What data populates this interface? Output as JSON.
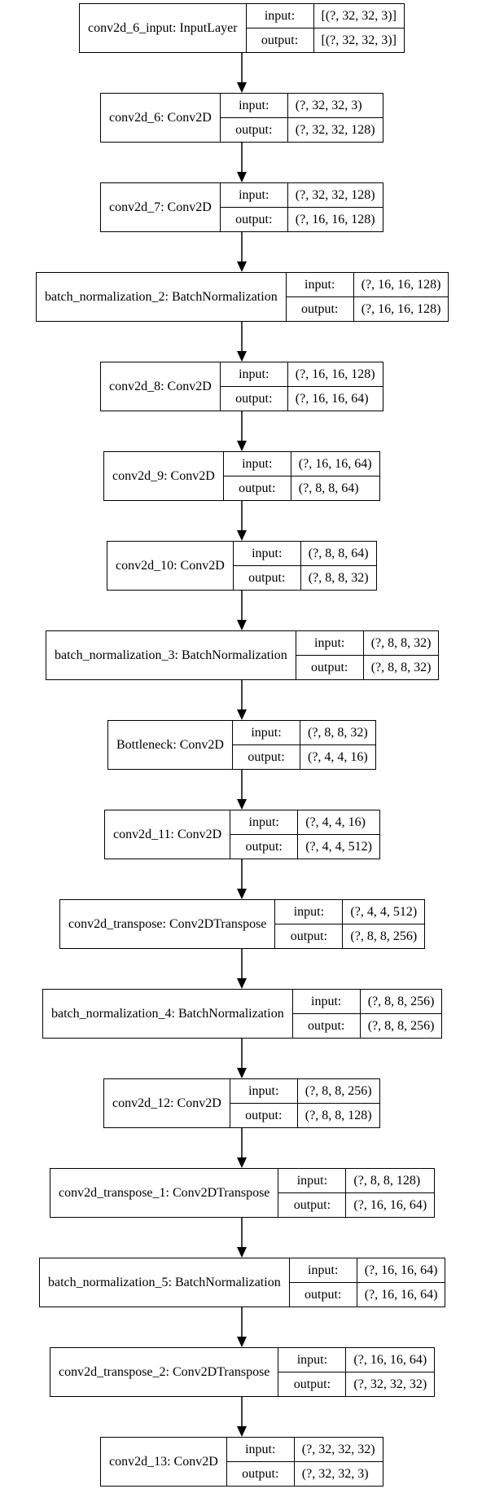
{
  "diagram": {
    "port_labels": {
      "input": "input:",
      "output": "output:"
    },
    "layers": [
      {
        "name": "conv2d_6_input: InputLayer",
        "input": "[(?, 32, 32, 3)]",
        "output": "[(?, 32, 32, 3)]"
      },
      {
        "name": "conv2d_6: Conv2D",
        "input": "(?, 32, 32, 3)",
        "output": "(?, 32, 32, 128)"
      },
      {
        "name": "conv2d_7: Conv2D",
        "input": "(?, 32, 32, 128)",
        "output": "(?, 16, 16, 128)"
      },
      {
        "name": "batch_normalization_2: BatchNormalization",
        "input": "(?, 16, 16, 128)",
        "output": "(?, 16, 16, 128)"
      },
      {
        "name": "conv2d_8: Conv2D",
        "input": "(?, 16, 16, 128)",
        "output": "(?, 16, 16, 64)"
      },
      {
        "name": "conv2d_9: Conv2D",
        "input": "(?, 16, 16, 64)",
        "output": "(?, 8, 8, 64)"
      },
      {
        "name": "conv2d_10: Conv2D",
        "input": "(?, 8, 8, 64)",
        "output": "(?, 8, 8, 32)"
      },
      {
        "name": "batch_normalization_3: BatchNormalization",
        "input": "(?, 8, 8, 32)",
        "output": "(?, 8, 8, 32)"
      },
      {
        "name": "Bottleneck: Conv2D",
        "input": "(?, 8, 8, 32)",
        "output": "(?, 4, 4, 16)"
      },
      {
        "name": "conv2d_11: Conv2D",
        "input": "(?, 4, 4, 16)",
        "output": "(?, 4, 4, 512)"
      },
      {
        "name": "conv2d_transpose: Conv2DTranspose",
        "input": "(?, 4, 4, 512)",
        "output": "(?, 8, 8, 256)"
      },
      {
        "name": "batch_normalization_4: BatchNormalization",
        "input": "(?, 8, 8, 256)",
        "output": "(?, 8, 8, 256)"
      },
      {
        "name": "conv2d_12: Conv2D",
        "input": "(?, 8, 8, 256)",
        "output": "(?, 8, 8, 128)"
      },
      {
        "name": "conv2d_transpose_1: Conv2DTranspose",
        "input": "(?, 8, 8, 128)",
        "output": "(?, 16, 16, 64)"
      },
      {
        "name": "batch_normalization_5: BatchNormalization",
        "input": "(?, 16, 16, 64)",
        "output": "(?, 16, 16, 64)"
      },
      {
        "name": "conv2d_transpose_2: Conv2DTranspose",
        "input": "(?, 16, 16, 64)",
        "output": "(?, 32, 32, 32)"
      },
      {
        "name": "conv2d_13: Conv2D",
        "input": "(?, 32, 32, 32)",
        "output": "(?, 32, 32, 3)"
      }
    ]
  }
}
